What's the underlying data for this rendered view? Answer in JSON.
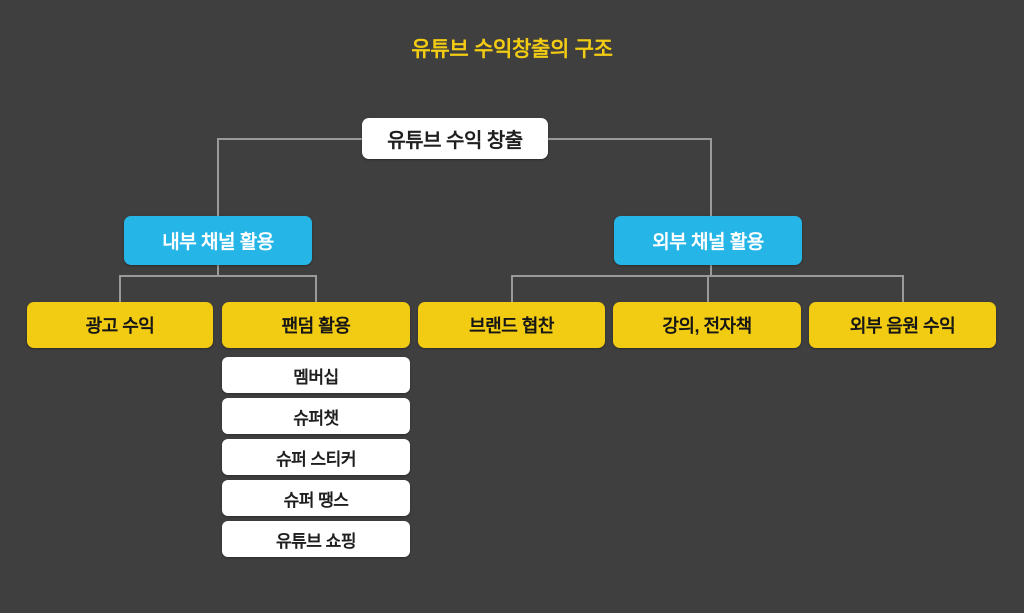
{
  "title": "유튜브 수익창출의 구조",
  "theme": {
    "background": "#3f3f3f",
    "title_color": "#f2cb13",
    "root_bg": "#ffffff",
    "branch_bg": "#25b5e6",
    "leaf_bg": "#f2cb13",
    "sub_bg": "#ffffff",
    "connector": "#9a9a9a"
  },
  "chart_data": {
    "type": "diagram",
    "title": "유튜브 수익창출의 구조",
    "root": "유튜브 수익 창출",
    "branches": [
      {
        "label": "내부 채널 활용",
        "children": [
          {
            "label": "광고 수익",
            "children": []
          },
          {
            "label": "팬덤 활용",
            "children": [
              "멤버십",
              "슈퍼챗",
              "슈퍼 스티커",
              "슈퍼 땡스",
              "유튜브 쇼핑"
            ]
          }
        ]
      },
      {
        "label": "외부 채널 활용",
        "children": [
          {
            "label": "브랜드 협찬",
            "children": []
          },
          {
            "label": "강의, 전자책",
            "children": []
          },
          {
            "label": "외부 음원 수익",
            "children": []
          }
        ]
      }
    ]
  },
  "nodes": {
    "root": "유튜브 수익 창출",
    "branch_internal": "내부 채널 활용",
    "branch_external": "외부 채널 활용",
    "leaf_ad_revenue": "광고 수익",
    "leaf_fandom": "팬덤 활용",
    "leaf_brand_sponsorship": "브랜드 협찬",
    "leaf_lecture_ebook": "강의, 전자책",
    "leaf_external_music": "외부 음원 수익",
    "sub_membership": "멤버십",
    "sub_superchat": "슈퍼챗",
    "sub_supersticker": "슈퍼 스티커",
    "sub_superthanks": "슈퍼 땡스",
    "sub_youtube_shopping": "유튜브 쇼핑"
  }
}
